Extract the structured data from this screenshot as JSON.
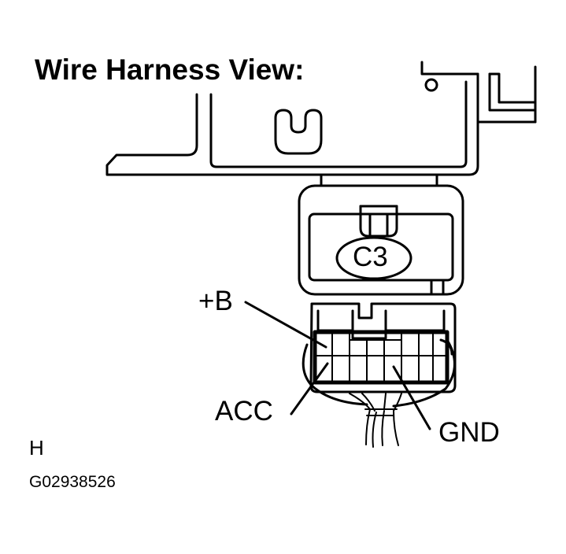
{
  "title": "Wire Harness View:",
  "connector_label": "C3",
  "terminals": {
    "battery": "+B",
    "accessory": "ACC",
    "ground": "GND"
  },
  "footer": {
    "marker": "H",
    "figure_code": "G02938526"
  }
}
